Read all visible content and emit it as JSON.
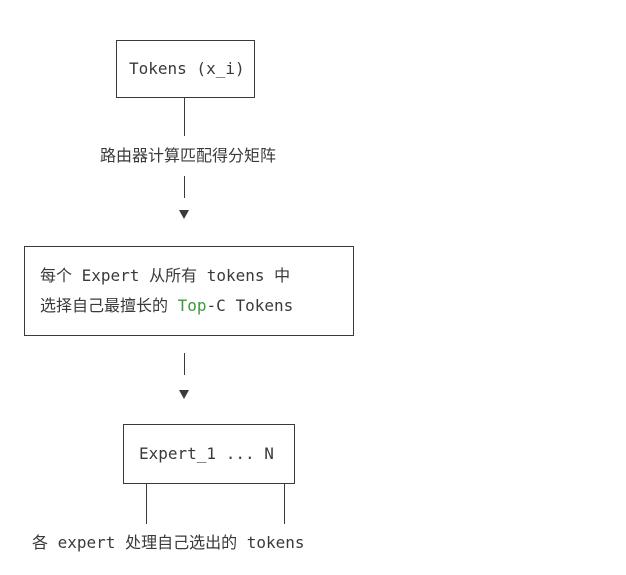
{
  "diagram": {
    "box_tokens": {
      "label": "Tokens (x_i)"
    },
    "edge_router": {
      "label": "路由器计算匹配得分矩阵"
    },
    "box_select": {
      "line1": "每个 Expert 从所有 tokens 中",
      "line2_before": "选择自己最擅长的 ",
      "line2_accent": "Top",
      "line2_after": "-C Tokens"
    },
    "box_experts": {
      "label": "Expert_1 ... N"
    },
    "bottom_caption": {
      "label": "各 expert 处理自己选出的 tokens"
    },
    "colors": {
      "ink": "#3a3a3a",
      "accent": "#3c9a3c",
      "background": "#ffffff"
    }
  }
}
